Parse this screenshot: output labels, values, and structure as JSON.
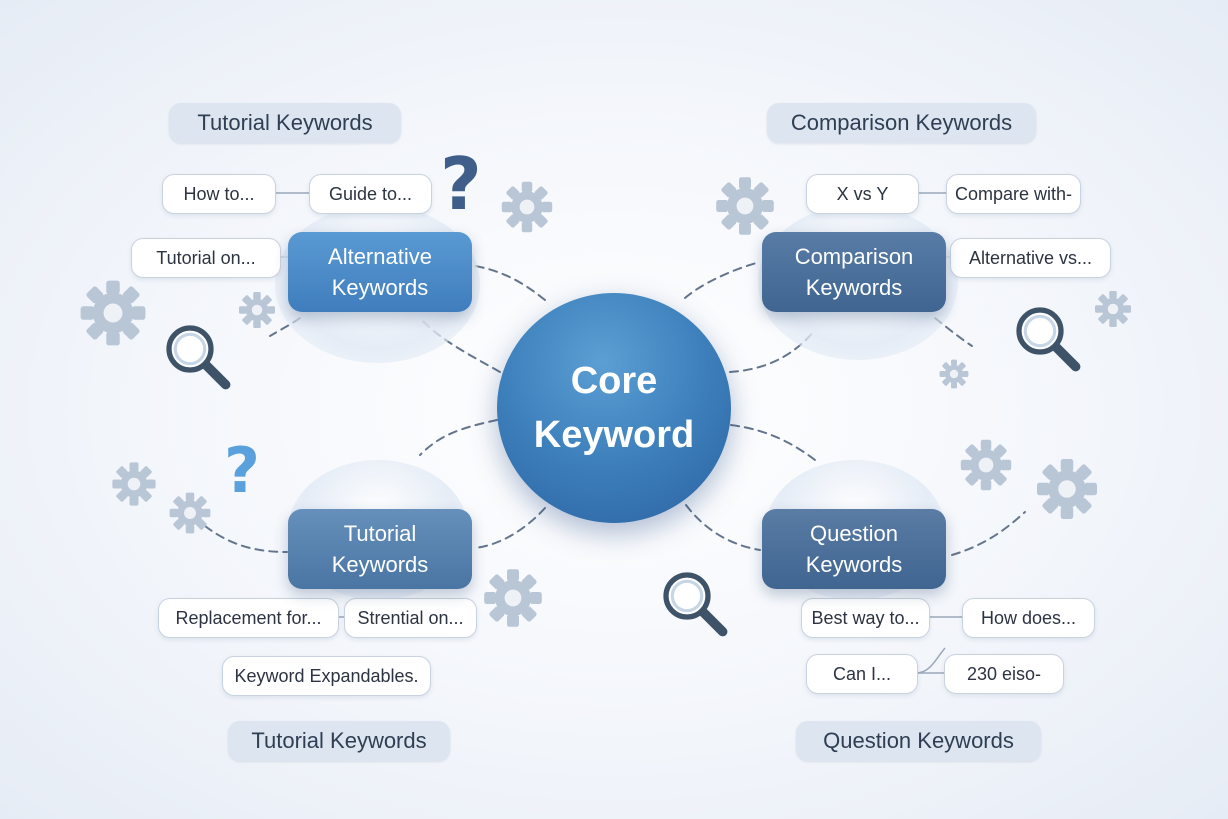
{
  "colors": {
    "core": "#3d7fbb",
    "alternative": "#4f8cc9",
    "comparison": "#4d6f99",
    "tutorial": "#5780ad",
    "question": "#486c99",
    "gear": "#b9c6d6",
    "connector": "#4a5e78"
  },
  "core": {
    "line1": "Core",
    "line2": "Keyword"
  },
  "titles": {
    "top_left": "Tutorial Keywords",
    "top_right": "Comparison Keywords",
    "bottom_left": "Tutorial Keywords",
    "bottom_right": "Question Keywords"
  },
  "categories": {
    "alternative": {
      "line1": "Alternative",
      "line2": "Keywords"
    },
    "comparison": {
      "line1": "Comparison",
      "line2": "Keywords"
    },
    "tutorial": {
      "line1": "Tutorial",
      "line2": "Keywords"
    },
    "question": {
      "line1": "Question",
      "line2": "Keywords"
    }
  },
  "pills": {
    "how_to": "How to...",
    "guide_to": "Guide to...",
    "tutorial_on": "Tutorial on...",
    "x_vs_y": "X vs Y",
    "compare_with": "Compare with-",
    "alternative_vs": "Alternative vs...",
    "replacement_for": "Replacement for...",
    "strential_on": "Strential on...",
    "keyword_expandables": "Keyword Expandables.",
    "best_way_to": "Best way to...",
    "how_does": "How does...",
    "can_i": "Can I...",
    "number_pill": "230 eiso-"
  },
  "icons": [
    "gear-icon",
    "magnifier-icon",
    "question-mark-icon"
  ],
  "question_mark": "?"
}
